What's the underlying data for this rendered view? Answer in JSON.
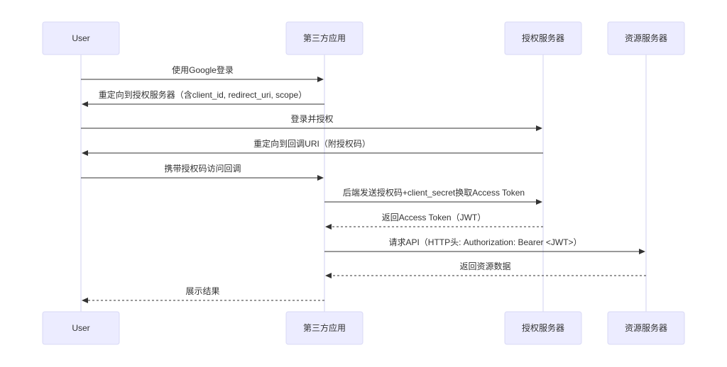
{
  "participants": [
    {
      "id": "user",
      "label": "User"
    },
    {
      "id": "app",
      "label": "第三方应用"
    },
    {
      "id": "auth",
      "label": "授权服务器"
    },
    {
      "id": "res",
      "label": "资源服务器"
    }
  ],
  "messages": [
    {
      "from": "user",
      "to": "app",
      "text": "使用Google登录",
      "style": "solid"
    },
    {
      "from": "app",
      "to": "user",
      "text": "重定向到授权服务器（含client_id, redirect_uri, scope）",
      "style": "solid"
    },
    {
      "from": "user",
      "to": "auth",
      "text": "登录并授权",
      "style": "solid"
    },
    {
      "from": "auth",
      "to": "user",
      "text": "重定向到回调URI（附授权码）",
      "style": "solid"
    },
    {
      "from": "user",
      "to": "app",
      "text": "携带授权码访问回调",
      "style": "solid"
    },
    {
      "from": "app",
      "to": "auth",
      "text": "后端发送授权码+client_secret换取Access Token",
      "style": "solid"
    },
    {
      "from": "auth",
      "to": "app",
      "text": "返回Access Token（JWT）",
      "style": "dashed"
    },
    {
      "from": "app",
      "to": "res",
      "text": "请求API（HTTP头: Authorization: Bearer <JWT>）",
      "style": "solid"
    },
    {
      "from": "res",
      "to": "app",
      "text": "返回资源数据",
      "style": "dashed"
    },
    {
      "from": "app",
      "to": "user",
      "text": "展示结果",
      "style": "dashed"
    }
  ],
  "colors": {
    "actor_fill": "#ECECFF",
    "actor_stroke": "#D9D9F5",
    "lifeline": "#D2D2F0",
    "arrow": "#333333",
    "text": "#333333"
  }
}
